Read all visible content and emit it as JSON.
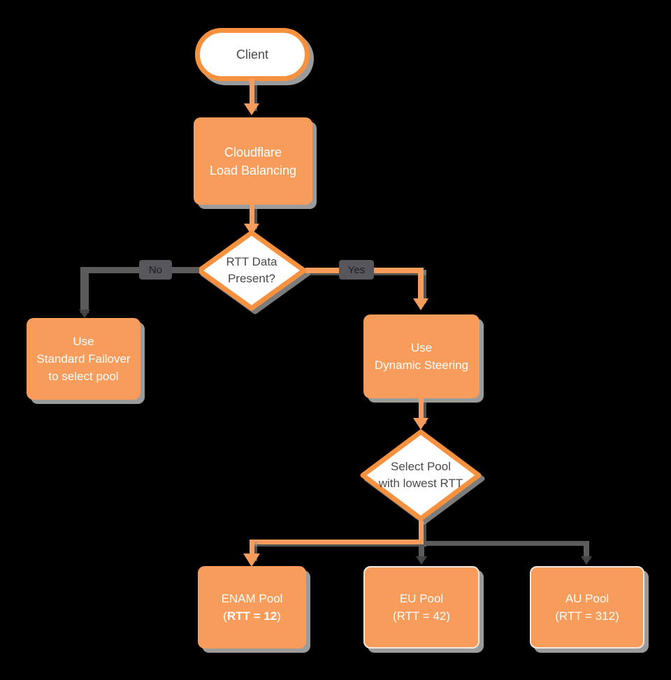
{
  "theme": {
    "orange": "#F89C5B",
    "orange-border": "#F6913F",
    "gray": "#5b5b5b",
    "gray-dark": "#454545",
    "shadow": "#9b9b9b",
    "text-dark": "#4a4a4a",
    "badge-bg": "#57575b",
    "badge-text": "#1e1e22",
    "white": "#ffffff"
  },
  "nodes": {
    "client": {
      "label": "Client"
    },
    "load_balancer": {
      "lines": [
        "Cloudflare",
        "Load Balancing"
      ]
    },
    "rtt_question": {
      "lines": [
        "RTT Data",
        "Present?"
      ]
    },
    "standard_failover": {
      "lines": [
        "Use",
        "Standard Failover",
        "to select pool"
      ]
    },
    "dynamic_steering": {
      "lines": [
        "Use",
        "Dynamic Steering"
      ]
    },
    "select_pool": {
      "lines": [
        "Select Pool",
        "with lowest RTT"
      ]
    },
    "enam_pool": {
      "title": "ENAM Pool",
      "paren_open": "(",
      "rtt_bold": "RTT = 12",
      "paren_close": ")"
    },
    "eu_pool": {
      "lines": [
        "EU Pool",
        "(RTT = 42)"
      ]
    },
    "au_pool": {
      "lines": [
        "AU Pool",
        "(RTT = 312)"
      ]
    }
  },
  "edges": {
    "no_label": "No",
    "yes_label": "Yes"
  }
}
